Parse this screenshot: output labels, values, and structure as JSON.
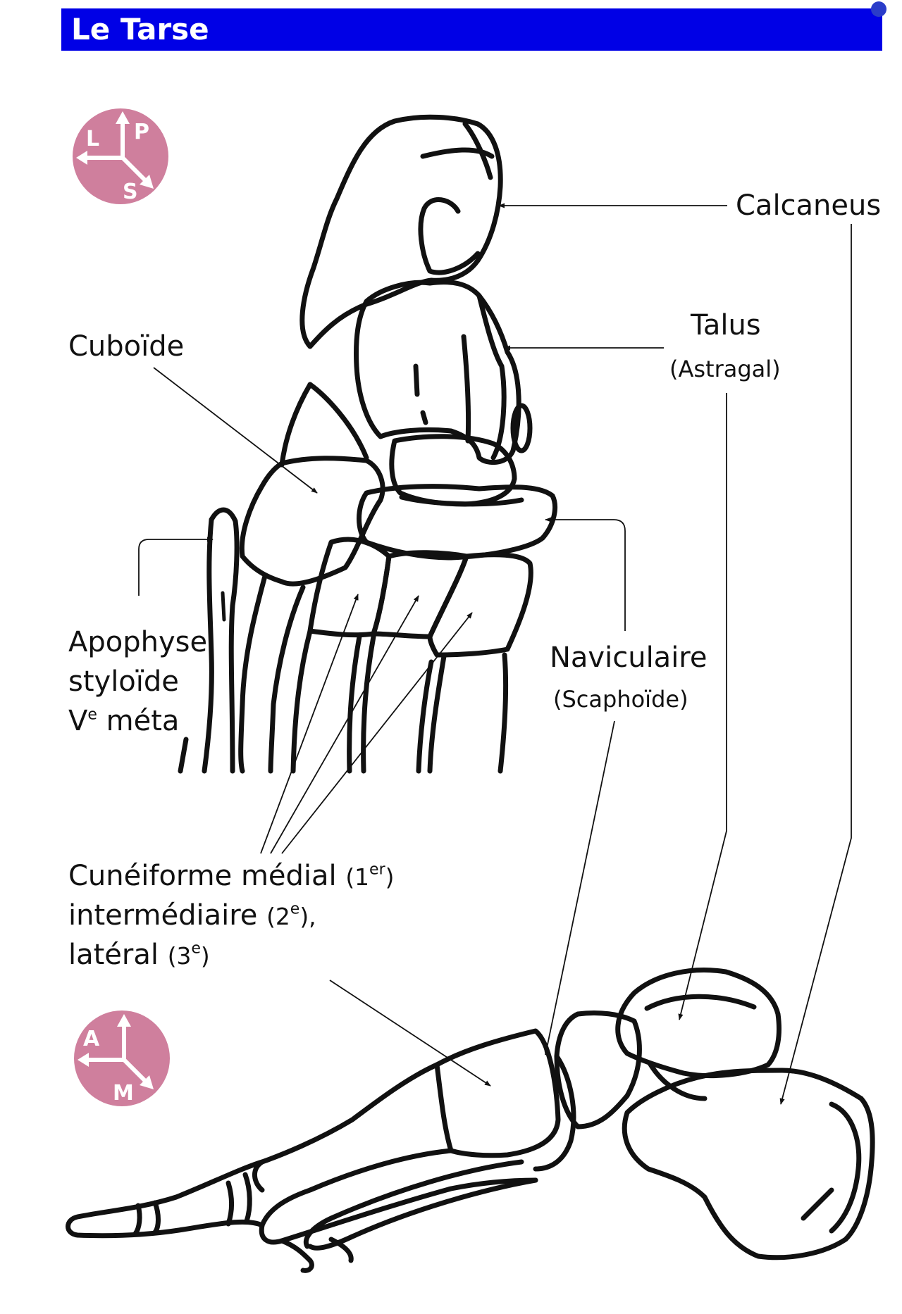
{
  "header": {
    "title": "Le Tarse"
  },
  "compass_top": {
    "letters": [
      "L",
      "P",
      "S"
    ],
    "color": "#cf7f9d"
  },
  "compass_bottom": {
    "letters": [
      "A",
      "M"
    ],
    "color": "#cf7f9d"
  },
  "labels": {
    "calcaneus": "Calcaneus",
    "talus": "Talus",
    "talus_alt": "(Astragal)",
    "cuboide": "Cuboïde",
    "apophyse_1": "Apophyse",
    "apophyse_2": "styloïde",
    "apophyse_3_base": "V",
    "apophyse_3_sup": "e",
    "apophyse_3_rest": " méta",
    "naviculaire": "Naviculaire",
    "naviculaire_alt": "(Scaphoïde)",
    "cuneiforme_1": "Cunéiforme médial ",
    "cuneiforme_1_paren_a": "(1",
    "cuneiforme_1_sup": "er",
    "cuneiforme_1_paren_b": ")",
    "cuneiforme_2": "intermédiaire ",
    "cuneiforme_2_paren_a": "(2",
    "cuneiforme_2_sup": "e",
    "cuneiforme_2_paren_b": "),",
    "cuneiforme_3": "latéral ",
    "cuneiforme_3_paren_a": "(3",
    "cuneiforme_3_sup": "e",
    "cuneiforme_3_paren_b": ")"
  },
  "colors": {
    "header_bg": "#0000e6",
    "header_text": "#ffffff",
    "ink": "#111111",
    "compass": "#cf7f9d"
  }
}
